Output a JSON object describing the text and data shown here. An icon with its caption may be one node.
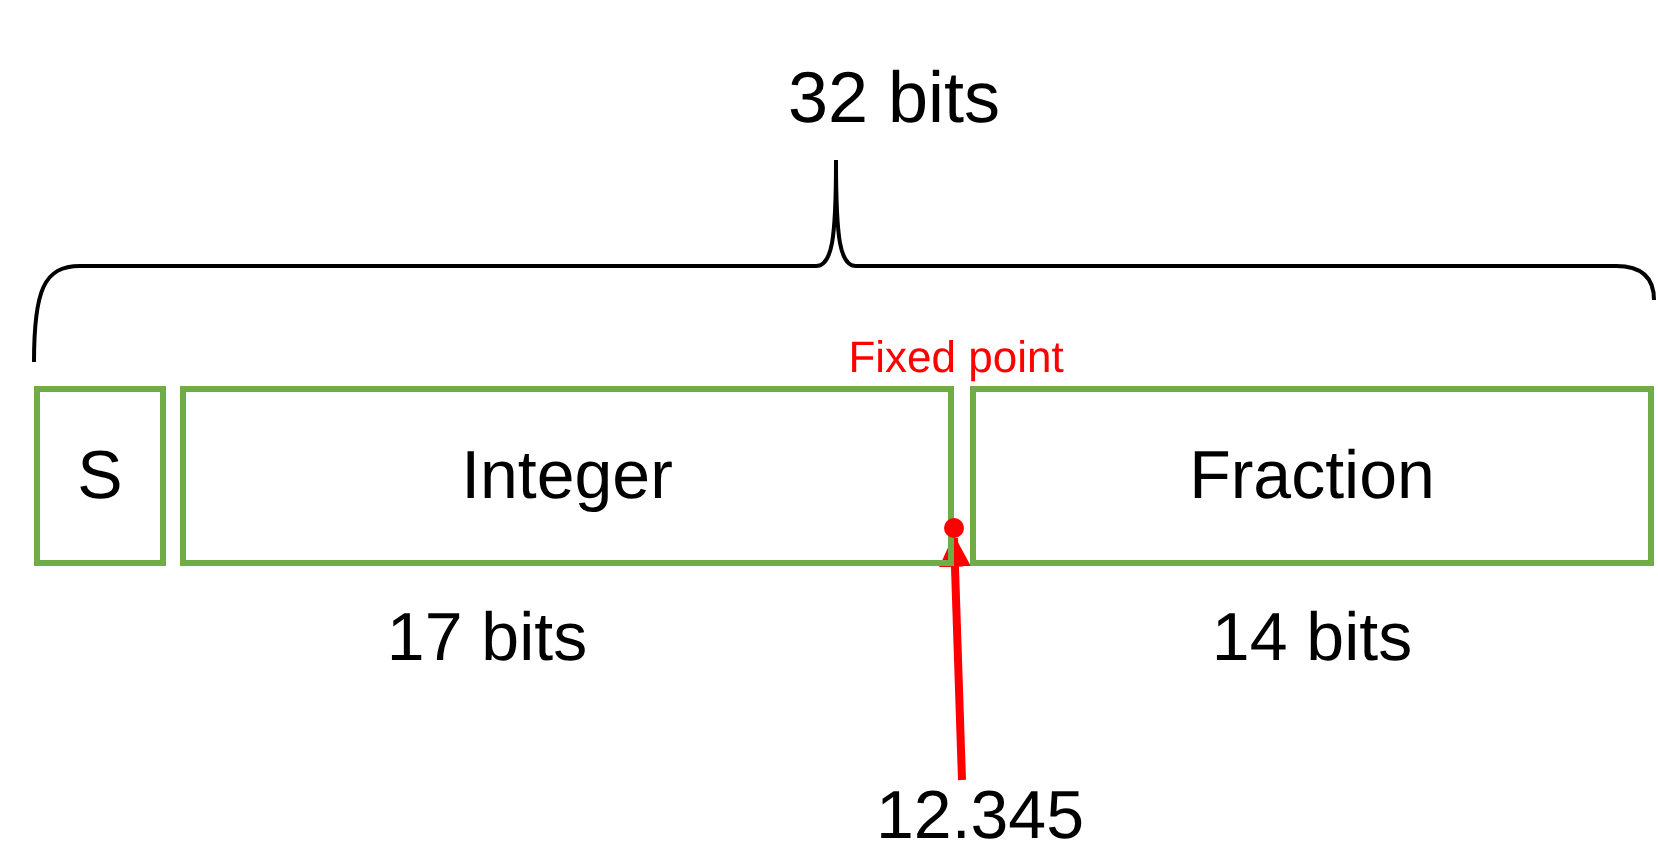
{
  "diagram": {
    "nodes": [
      {
        "text": [
          "S"
        ]
      },
      {
        "text": [
          "Integer"
        ],
        "beside": [
          "17 bits"
        ]
      },
      {
        "text": [
          "Fraction"
        ],
        "beside": [
          "14 bits"
        ]
      },
      {
        "text": [
          "12.345"
        ]
      },
      {
        "text": [],
        "shape": "circle"
      }
    ],
    "edges": [
      {
        "from": 3,
        "to": 4,
        "arrow": "to"
      }
    ],
    "labels": [
      "32 bits",
      "Fixed point"
    ]
  }
}
